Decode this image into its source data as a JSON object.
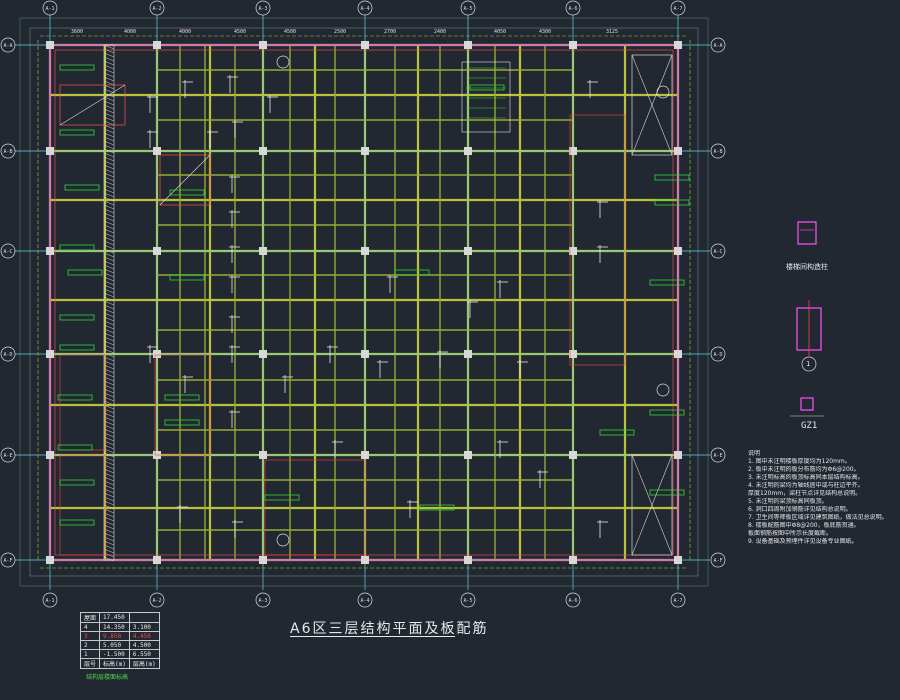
{
  "drawing": {
    "title": "A6区三层结构平面及板配筋",
    "grid_x": [
      "A-1",
      "A-2",
      "A-3",
      "A-4",
      "A-5",
      "A-6",
      "A-7"
    ],
    "grid_y": [
      "A-A",
      "A-B",
      "A-C",
      "A-D",
      "A-E",
      "A-F"
    ],
    "top_dimensions": [
      "3600",
      "4000",
      "4000",
      "4500",
      "4500",
      "2500",
      "2700",
      "2400",
      "4050",
      "4300",
      "3125"
    ],
    "details": [
      {
        "label": "楼梯间构造柱"
      },
      {
        "label": "1"
      },
      {
        "label": "GZ1"
      }
    ],
    "notes_heading": "说明",
    "notes": [
      "1. 图中未注明楼板厚度均为120mm。",
      "2. 板中未注明的板分布筋均为Φ6@200。",
      "3. 未注明标高的板顶标高同本层结构标高。",
      "4. 未注明的梁均为轴线居中或与柱边平齐。",
      "   厚度120mm，梁柱节点详见结构总说明。",
      "5. 未注明的梁顶标高同板顶。",
      "6. 洞口四周附加钢筋详见结构总说明。",
      "7. 卫生间等降板区域详见建筑图纸，做法见总说明。",
      "8. 楼板配筋图中Φ8@200，板底筋贯通。",
      "   板面钢筋按图中所示长度截断。",
      "9. 设备基础及预埋件详见设备专业图纸。"
    ],
    "elevation_table": {
      "caption": "结构层楼面标高",
      "rows": [
        {
          "floor": "屋面",
          "elev": "17.450",
          "height": ""
        },
        {
          "floor": "4",
          "elev": "14.350",
          "height": "3.100"
        },
        {
          "floor": "3",
          "elev": "9.850",
          "height": "4.450"
        },
        {
          "floor": "2",
          "elev": "5.050",
          "height": "4.500"
        },
        {
          "floor": "1",
          "elev": "-1.500",
          "height": "6.550"
        },
        {
          "floor": "层号",
          "elev": "标高(m)",
          "height": "层高(m)"
        }
      ]
    }
  }
}
